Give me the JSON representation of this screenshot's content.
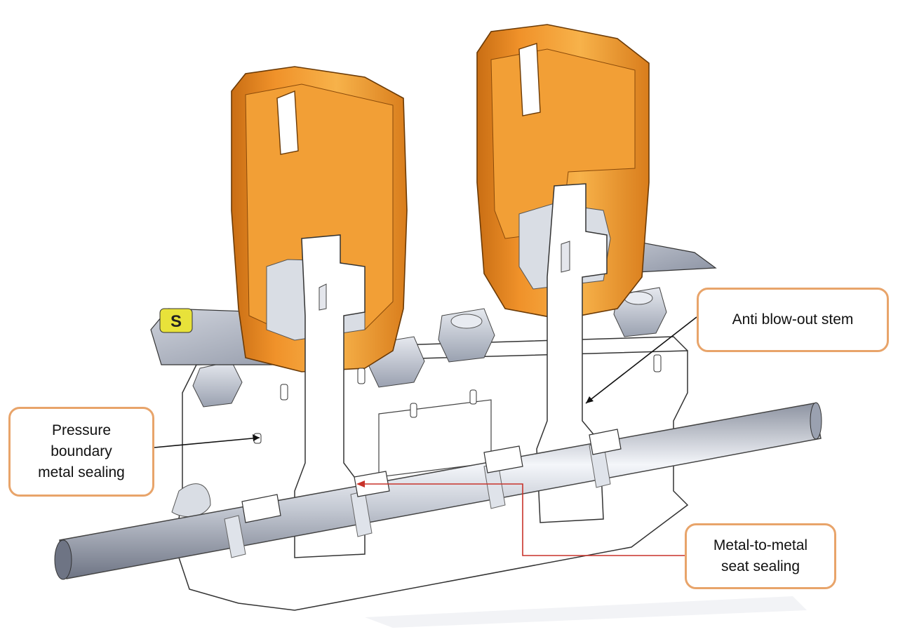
{
  "callouts": {
    "pressure_boundary": "Pressure\nboundary\nmetal sealing",
    "anti_blowout": "Anti blow-out stem",
    "seat_sealing": "Metal-to-metal\nseat sealing"
  },
  "handle_badge": "S",
  "colors": {
    "bonnet": "#f0922a",
    "bonnet_light": "#f7b24a",
    "bonnet_dark": "#c96e14",
    "steel": "#b9bfcc",
    "steel_dark": "#7f8797",
    "callout_border": "#e8a46a",
    "leader_black": "#111111",
    "leader_red": "#c8322a",
    "badge_yellow": "#e8e23a"
  }
}
